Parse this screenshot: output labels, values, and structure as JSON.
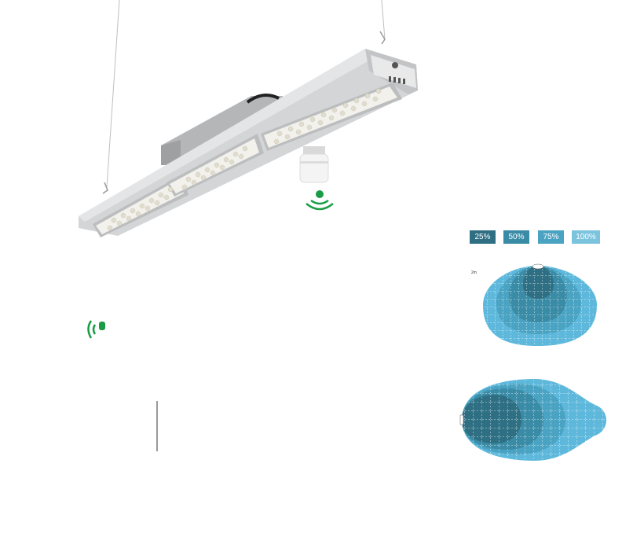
{
  "detection_legend": {
    "levels": [
      {
        "label": "25%",
        "color": "#2e6f83"
      },
      {
        "label": "50%",
        "color": "#3a8ba6"
      },
      {
        "label": "75%",
        "color": "#4aa3c2"
      },
      {
        "label": "100%",
        "color": "#7cc3dd"
      }
    ]
  },
  "colors": {
    "sensor_wave": "#1a9c46",
    "fixture_body": "#c8c9cb",
    "pattern_blue": "#4aaed3"
  },
  "icons": [
    "motion-wave-icon",
    "wireless-sensor-icon"
  ]
}
